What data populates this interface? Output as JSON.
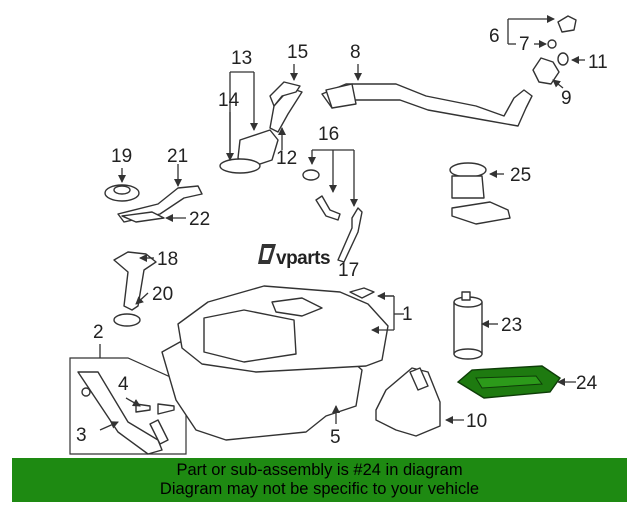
{
  "diagram": {
    "callouts": [
      "1",
      "2",
      "3",
      "4",
      "5",
      "6",
      "7",
      "8",
      "9",
      "10",
      "11",
      "12",
      "13",
      "14",
      "15",
      "16",
      "17",
      "18",
      "19",
      "20",
      "21",
      "22",
      "23",
      "24",
      "25"
    ],
    "highlighted_part": "24",
    "highlight_color": "#1e7a10"
  },
  "watermark": {
    "text": "vparts"
  },
  "banner": {
    "line1": "Part or sub-assembly is #24 in diagram",
    "line2": "Diagram may not be specific to your vehicle",
    "background": "#1e8a12"
  }
}
